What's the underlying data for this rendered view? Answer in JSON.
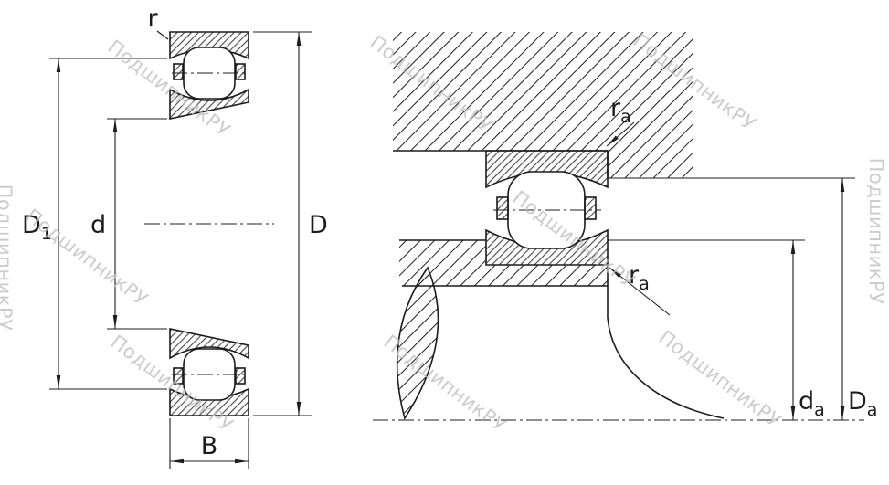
{
  "watermark": {
    "text": "ПодшипникРУ",
    "color": "#c0c0c0"
  },
  "colors": {
    "background": "#ffffff",
    "line": "#1c1c1c",
    "hatch": "#1c1c1c"
  },
  "left_view": {
    "labels": {
      "r": "r",
      "D1": {
        "main": "D",
        "sub": "1"
      },
      "d": "d",
      "D": "D",
      "B": "B"
    }
  },
  "right_view": {
    "labels": {
      "ra_top": {
        "main": "r",
        "sub": "a"
      },
      "ra_bottom": {
        "main": "r",
        "sub": "a"
      },
      "da": {
        "main": "d",
        "sub": "a"
      },
      "Da": {
        "main": "D",
        "sub": "a"
      }
    }
  }
}
